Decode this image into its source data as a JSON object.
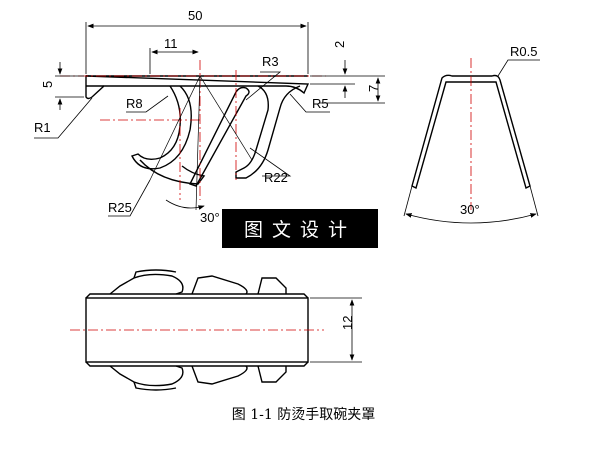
{
  "dimensions": {
    "top_width": "50",
    "offset_11": "11",
    "left_height": "5",
    "right_2": "2",
    "right_7": "7",
    "r1": "R1",
    "r8": "R8",
    "r3": "R3",
    "r5": "R5",
    "r22": "R22",
    "r25": "R25",
    "angle_front": "30°",
    "r05": "R0.5",
    "angle_side": "30°",
    "plan_12": "12"
  },
  "banner": "图文设计",
  "caption": "图 1-1 防烫手取碗夹罩",
  "colors": {
    "line": "#000000",
    "centerline": "#d00000",
    "banner_bg": "#000000",
    "banner_text": "#ffffff"
  }
}
